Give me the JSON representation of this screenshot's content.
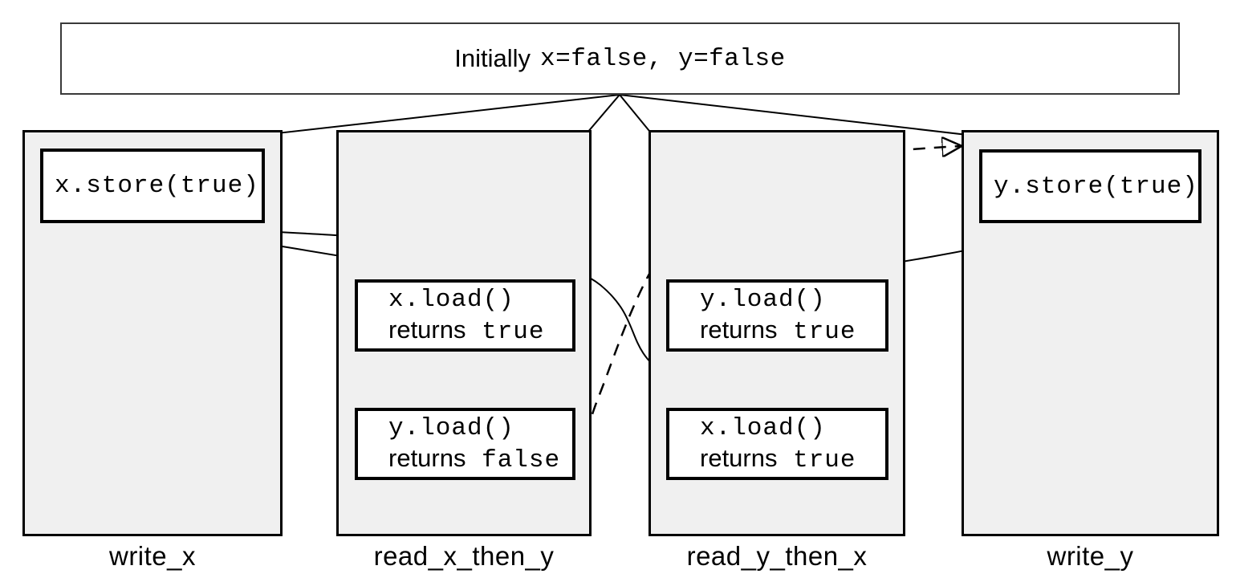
{
  "initial": {
    "label": "Initially",
    "code": "x=false, y=false"
  },
  "threads": [
    {
      "id": "write_x",
      "label": "write_x",
      "ops": [
        {
          "code": "x.store(true)"
        }
      ]
    },
    {
      "id": "read_x_then_y",
      "label": "read_x_then_y",
      "ops": [
        {
          "code": "x.load()",
          "returns_word": "returns",
          "returns_value": "true"
        },
        {
          "code": "y.load()",
          "returns_word": "returns",
          "returns_value": "false"
        }
      ]
    },
    {
      "id": "read_y_then_x",
      "label": "read_y_then_x",
      "ops": [
        {
          "code": "y.load()",
          "returns_word": "returns",
          "returns_value": "true"
        },
        {
          "code": "x.load()",
          "returns_word": "returns",
          "returns_value": "true"
        }
      ]
    },
    {
      "id": "write_y",
      "label": "write_y",
      "ops": [
        {
          "code": "y.store(true)"
        }
      ]
    }
  ],
  "edges": [
    {
      "from": "initial-state",
      "to": "write_x.x-store",
      "style": "solid"
    },
    {
      "from": "initial-state",
      "to": "read_x_then_y.x-load",
      "style": "solid"
    },
    {
      "from": "initial-state",
      "to": "read_y_then_x.y-load",
      "style": "solid"
    },
    {
      "from": "initial-state",
      "to": "write_y.y-store",
      "style": "solid"
    },
    {
      "from": "write_x.x-store",
      "to": "read_x_then_y.x-load",
      "style": "solid"
    },
    {
      "from": "write_x.x-store",
      "to": "read_y_then_x.x-load",
      "style": "solid"
    },
    {
      "from": "write_y.y-store",
      "to": "read_y_then_x.y-load",
      "style": "solid"
    },
    {
      "from": "read_x_then_y.y-load",
      "to": "write_y.y-store",
      "style": "dashed"
    },
    {
      "from": "read_x_then_y.x-load",
      "to": "read_x_then_y.y-load",
      "style": "solid-sequenced"
    },
    {
      "from": "read_y_then_x.y-load",
      "to": "read_y_then_x.x-load",
      "style": "solid-sequenced"
    }
  ],
  "colors": {
    "thread_fill": "#f0f0f0",
    "box_fill": "#ffffff",
    "border": "#000000",
    "line": "#000000",
    "page_bg": "#ffffff"
  }
}
